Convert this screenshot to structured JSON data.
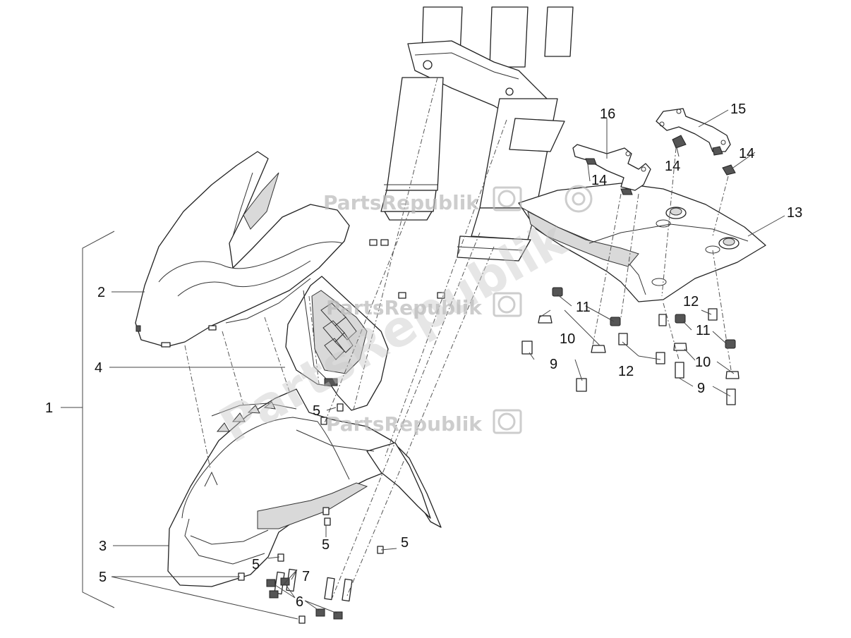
{
  "diagram": {
    "watermark_text": "PartsRepublik",
    "callouts": [
      {
        "id": "c1",
        "label": "1"
      },
      {
        "id": "c2",
        "label": "2"
      },
      {
        "id": "c3",
        "label": "3"
      },
      {
        "id": "c4",
        "label": "4"
      },
      {
        "id": "c5a",
        "label": "5"
      },
      {
        "id": "c5b",
        "label": "5"
      },
      {
        "id": "c5c",
        "label": "5"
      },
      {
        "id": "c5d",
        "label": "5"
      },
      {
        "id": "c5e",
        "label": "5"
      },
      {
        "id": "c6",
        "label": "6"
      },
      {
        "id": "c7",
        "label": "7"
      },
      {
        "id": "c9a",
        "label": "9"
      },
      {
        "id": "c9b",
        "label": "9"
      },
      {
        "id": "c10a",
        "label": "10"
      },
      {
        "id": "c10b",
        "label": "10"
      },
      {
        "id": "c11a",
        "label": "11"
      },
      {
        "id": "c11b",
        "label": "11"
      },
      {
        "id": "c12a",
        "label": "12"
      },
      {
        "id": "c12b",
        "label": "12"
      },
      {
        "id": "c13",
        "label": "13"
      },
      {
        "id": "c14a",
        "label": "14"
      },
      {
        "id": "c14b",
        "label": "14"
      },
      {
        "id": "c14c",
        "label": "14"
      },
      {
        "id": "c15",
        "label": "15"
      },
      {
        "id": "c16",
        "label": "16"
      }
    ]
  }
}
